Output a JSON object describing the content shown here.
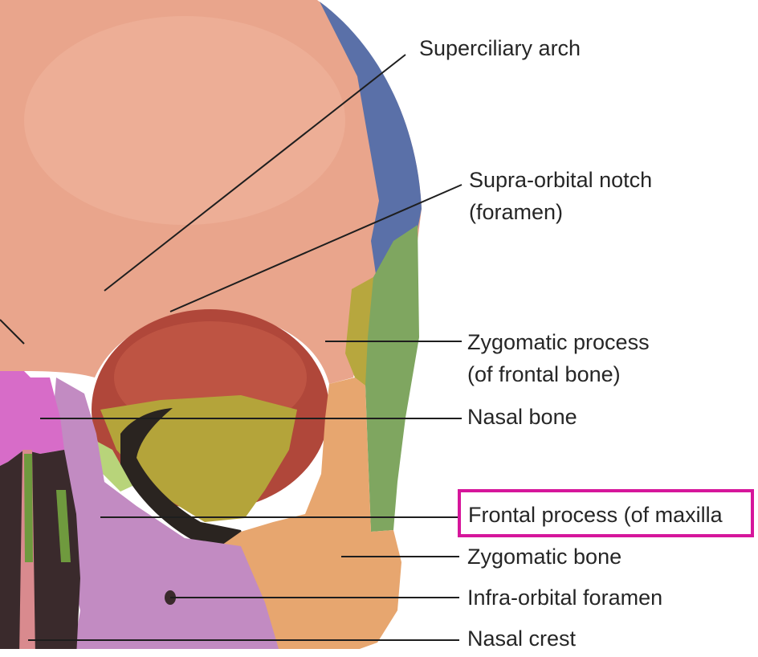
{
  "diagram": {
    "labels": {
      "superciliary_arch": "Superciliary arch",
      "supra_orbital_notch_line1": "Supra-orbital notch",
      "supra_orbital_notch_line2": "(foramen)",
      "zygomatic_process_line1": "Zygomatic process",
      "zygomatic_process_line2": "(of frontal bone)",
      "nasal_bone": "Nasal bone",
      "frontal_process": "Frontal process (of maxilla",
      "zygomatic_bone": "Zygomatic bone",
      "infra_orbital_foramen": "Infra-orbital foramen",
      "nasal_crest": "Nasal crest"
    },
    "highlighted_label": "frontal_process",
    "colors": {
      "frontal_bone": "#e9a58c",
      "parietal_bone": "#5a70a8",
      "sphenoid_greater_wing": "#7fa660",
      "zygomatic_bone": "#e7a66f",
      "maxilla": "#c28bc2",
      "nasal_bone": "#d76cc8",
      "orbit_floor": "#b4a43a",
      "highlight_box": "#d6169b",
      "leader_line": "#1e1e1e"
    }
  }
}
